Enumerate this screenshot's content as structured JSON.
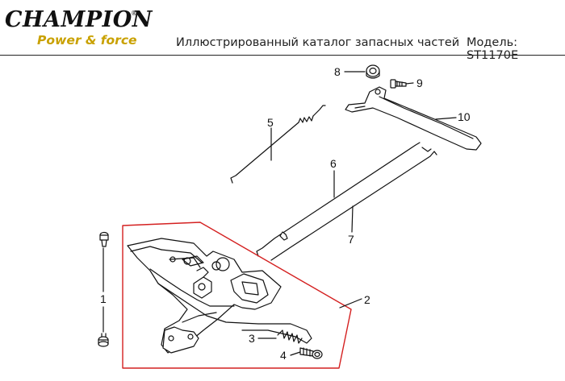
{
  "header": {
    "brand": "CHAMPION",
    "registered_mark": "®",
    "tagline": "Power & force",
    "catalog_title": "Иллюстрированный каталог запасных частей",
    "model_label": "Модель: ST1170E"
  },
  "diagram": {
    "part_numbers": [
      "1",
      "2",
      "3",
      "4",
      "5",
      "6",
      "7",
      "8",
      "9",
      "10"
    ],
    "highlight_color": "#d42020",
    "line_color": "#111111"
  }
}
